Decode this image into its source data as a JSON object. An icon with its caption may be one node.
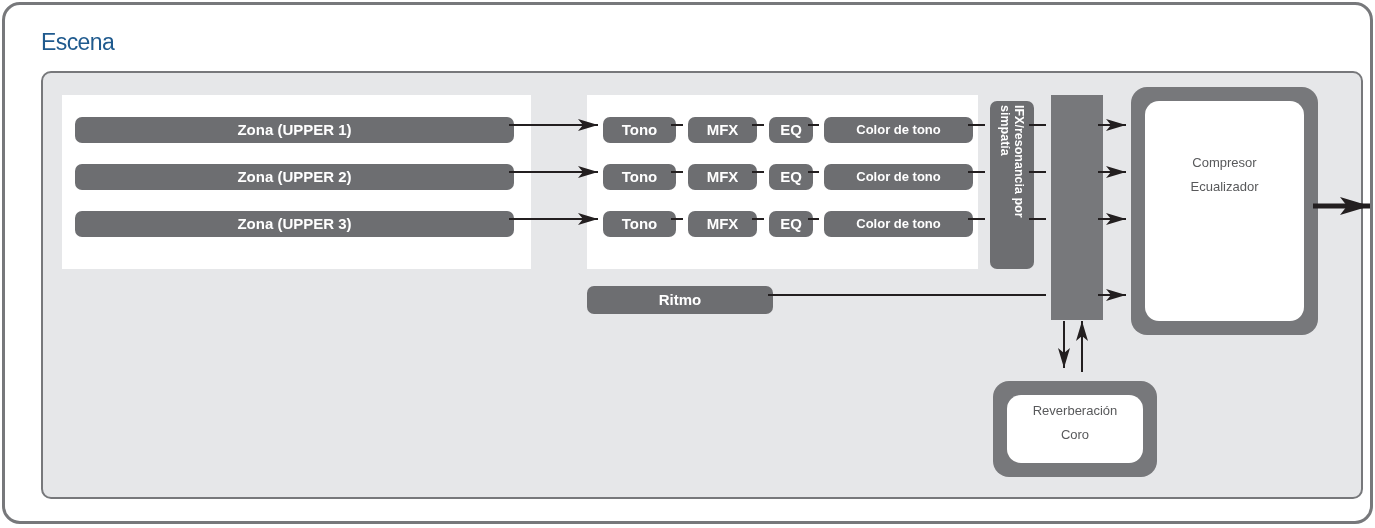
{
  "diagram": {
    "nodes": [
      {
        "text": [
          "Escena"
        ]
      },
      {
        "text": [],
        "shape": "box",
        "in": 0
      },
      {
        "text": [],
        "shape": "box",
        "in": 1
      },
      {
        "text": [
          "Zona (UPPER 1)"
        ],
        "in": 2
      },
      {
        "text": [
          "Zona (UPPER 2)"
        ],
        "in": 2
      },
      {
        "text": [
          "Zona (UPPER 3)"
        ],
        "in": 2
      },
      {
        "text": [],
        "shape": "box",
        "in": 1
      },
      {
        "text": [
          "Tono"
        ],
        "in": 6
      },
      {
        "text": [
          "MFX"
        ],
        "in": 6
      },
      {
        "text": [
          "EQ"
        ],
        "in": 6
      },
      {
        "text": [
          "Color de tono"
        ],
        "in": 6
      },
      {
        "text": [
          "Tono"
        ],
        "in": 6
      },
      {
        "text": [
          "MFX"
        ],
        "in": 6
      },
      {
        "text": [
          "EQ"
        ],
        "in": 6
      },
      {
        "text": [
          "Color de tono"
        ],
        "in": 6
      },
      {
        "text": [
          "Tono"
        ],
        "in": 6
      },
      {
        "text": [
          "MFX"
        ],
        "in": 6
      },
      {
        "text": [
          "EQ"
        ],
        "in": 6
      },
      {
        "text": [
          "Color de tono"
        ],
        "in": 6
      },
      {
        "text": [
          "IFX/resonancia por simpatía"
        ],
        "in": 1
      },
      {
        "text": [
          "Ritmo"
        ],
        "in": 1
      },
      {
        "text": [],
        "shape": "bar",
        "in": 1
      },
      {
        "text": [
          "Compresor",
          "Ecualizador"
        ],
        "in": 1
      },
      {
        "text": [
          "Reverberación",
          "Coro"
        ],
        "in": 1
      }
    ],
    "edges": [
      {
        "from": 3,
        "to": 7,
        "arrow": "to"
      },
      {
        "from": 7,
        "to": 8,
        "arrow": "none"
      },
      {
        "from": 8,
        "to": 9,
        "arrow": "none"
      },
      {
        "from": 9,
        "to": 10,
        "arrow": "none"
      },
      {
        "from": 10,
        "to": 19,
        "arrow": "none"
      },
      {
        "from": 19,
        "to": 21,
        "arrow": "none"
      },
      {
        "from": 21,
        "to": 22,
        "arrow": "to"
      },
      {
        "from": 4,
        "to": 11,
        "arrow": "to"
      },
      {
        "from": 11,
        "to": 12,
        "arrow": "none"
      },
      {
        "from": 12,
        "to": 13,
        "arrow": "none"
      },
      {
        "from": 13,
        "to": 14,
        "arrow": "none"
      },
      {
        "from": 14,
        "to": 19,
        "arrow": "none"
      },
      {
        "from": 19,
        "to": 21,
        "arrow": "none"
      },
      {
        "from": 21,
        "to": 22,
        "arrow": "to"
      },
      {
        "from": 5,
        "to": 15,
        "arrow": "to"
      },
      {
        "from": 15,
        "to": 16,
        "arrow": "none"
      },
      {
        "from": 16,
        "to": 17,
        "arrow": "none"
      },
      {
        "from": 17,
        "to": 18,
        "arrow": "none"
      },
      {
        "from": 18,
        "to": 19,
        "arrow": "none"
      },
      {
        "from": 19,
        "to": 21,
        "arrow": "none"
      },
      {
        "from": 21,
        "to": 22,
        "arrow": "to"
      },
      {
        "from": 20,
        "to": 21,
        "arrow": "none"
      },
      {
        "from": 21,
        "to": 22,
        "arrow": "to"
      },
      {
        "from": 22,
        "to": null,
        "arrow": "to",
        "style": "thick"
      },
      {
        "from": 21,
        "to": 23,
        "arrow": "to"
      },
      {
        "from": 23,
        "to": 21,
        "arrow": "to"
      }
    ]
  }
}
